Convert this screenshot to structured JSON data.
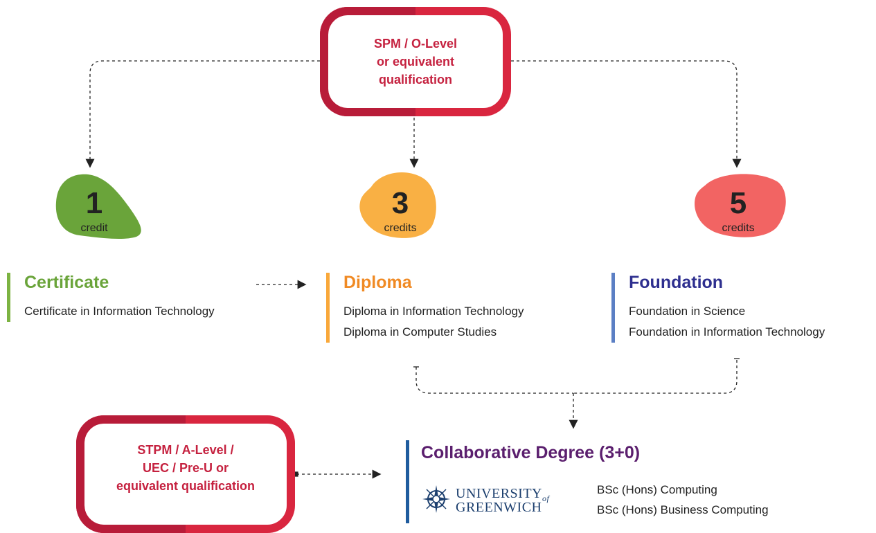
{
  "top_qualification": {
    "lines": [
      "SPM / O-Level",
      "or equivalent",
      "qualification"
    ]
  },
  "bottom_qualification": {
    "lines": [
      "STPM / A-Level /",
      "UEC / Pre-U or",
      "equivalent qualification"
    ]
  },
  "credits": [
    {
      "number": "1",
      "unit": "credit",
      "color": "#6aa43a"
    },
    {
      "number": "3",
      "unit": "credits",
      "color": "#f9b044"
    },
    {
      "number": "5",
      "unit": "credits",
      "color": "#f26463"
    }
  ],
  "programmes": {
    "certificate": {
      "title": "Certificate",
      "color": "#6aa43a",
      "items": [
        "Certificate in Information Technology"
      ]
    },
    "diploma": {
      "title": "Diploma",
      "color": "#f08a24",
      "items": [
        "Diploma in Information Technology",
        "Diploma in Computer Studies"
      ]
    },
    "foundation": {
      "title": "Foundation",
      "color": "#2e2f8f",
      "items": [
        "Foundation in Science",
        "Foundation in Information Technology"
      ]
    }
  },
  "degree": {
    "title": "Collaborative Degree (3+0)",
    "color": "#5b1f6e",
    "logo": {
      "line1": "UNIVERSITY",
      "of": "of",
      "line2": "GREENWICH"
    },
    "items": [
      "BSc (Hons) Computing",
      "BSc (Hons) Business Computing"
    ]
  },
  "colors": {
    "connector": "#222222",
    "qual_dark": "#b81c39",
    "qual_light": "#e8344f"
  }
}
